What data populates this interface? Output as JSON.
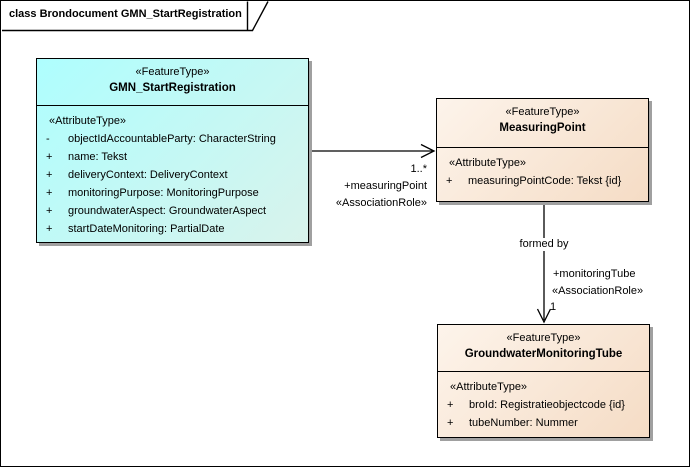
{
  "frame": {
    "title": "class Brondocument GMN_StartRegistration"
  },
  "colors": {
    "class_a_top": "#aefefe",
    "class_a_bottom": "#d9f3ec",
    "class_b_top": "#fdf4eb",
    "class_b_bottom": "#f5dcc5",
    "shadow": "#a0a0a0",
    "line": "#000000"
  },
  "classes": [
    {
      "stereotype": "«FeatureType»",
      "name": "GMN_StartRegistration",
      "attr_header": "«AttributeType»",
      "attributes": [
        {
          "vis": "-",
          "text": "objectIdAccountableParty: CharacterString"
        },
        {
          "vis": "+",
          "text": "name: Tekst"
        },
        {
          "vis": "+",
          "text": "deliveryContext: DeliveryContext"
        },
        {
          "vis": "+",
          "text": "monitoringPurpose: MonitoringPurpose"
        },
        {
          "vis": "+",
          "text": "groundwaterAspect: GroundwaterAspect"
        },
        {
          "vis": "+",
          "text": "startDateMonitoring: PartialDate"
        }
      ]
    },
    {
      "stereotype": "«FeatureType»",
      "name": "MeasuringPoint",
      "attr_header": "«AttributeType»",
      "attributes": [
        {
          "vis": "+",
          "text": "measuringPointCode: Tekst {id}"
        }
      ]
    },
    {
      "stereotype": "«FeatureType»",
      "name": "GroundwaterMonitoringTube",
      "attr_header": "«AttributeType»",
      "attributes": [
        {
          "vis": "+",
          "text": "broId: Registratieobjectcode {id}"
        },
        {
          "vis": "+",
          "text": "tubeNumber: Nummer"
        }
      ]
    }
  ],
  "connectors": {
    "measuringPoint": {
      "multiplicity": "1..*",
      "role": "+measuringPoint",
      "stereotype": "«AssociationRole»"
    },
    "monitoringTube": {
      "name": "formed by",
      "role": "+monitoringTube",
      "stereotype": "«AssociationRole»",
      "multiplicity": "1"
    }
  }
}
